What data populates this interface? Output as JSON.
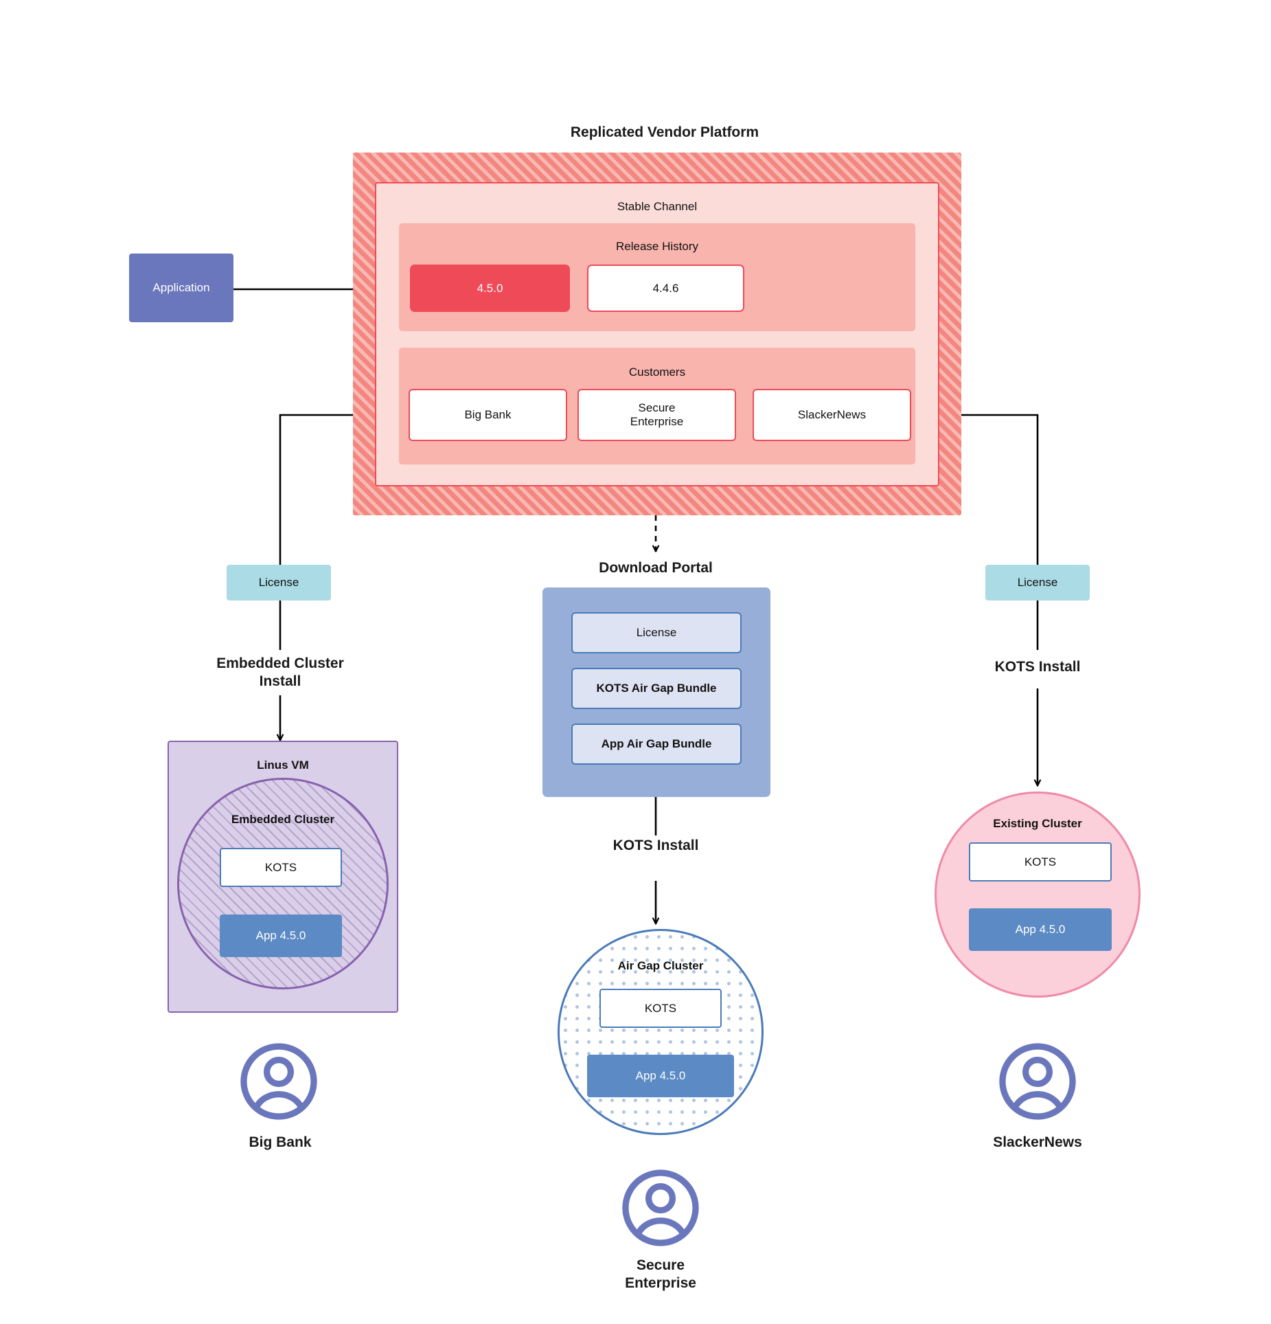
{
  "diagram": {
    "title": "Replicated Vendor Platform",
    "platform": {
      "stable_channel_label": "Stable Channel",
      "release_history": {
        "label": "Release History",
        "releases": [
          {
            "version": "4.5.0",
            "state": "current"
          },
          {
            "version": "4.4.6",
            "state": "previous"
          }
        ]
      },
      "customers": {
        "label": "Customers",
        "items": [
          {
            "name": "Big Bank"
          },
          {
            "name": "Secure\nEnterprise"
          },
          {
            "name": "SlackerNews"
          }
        ]
      }
    },
    "application": {
      "label": "Application"
    },
    "left_branch": {
      "license_label": "License",
      "install_label": "Embedded Cluster\nInstall",
      "host_label": "Linus VM",
      "cluster_label": "Embedded Cluster",
      "kots_label": "KOTS",
      "app_label": "App 4.5.0",
      "customer_name": "Big Bank"
    },
    "middle_branch": {
      "portal_title": "Download  Portal",
      "portal_items": [
        {
          "label": "License"
        },
        {
          "label": "KOTS Air Gap Bundle"
        },
        {
          "label": "App Air Gap Bundle"
        }
      ],
      "install_label": "KOTS Install",
      "cluster_label": "Air Gap Cluster",
      "kots_label": "KOTS",
      "app_label": "App 4.5.0",
      "customer_name": "Secure\nEnterprise"
    },
    "right_branch": {
      "license_label": "License",
      "install_label": "KOTS Install",
      "cluster_label": "Existing Cluster",
      "kots_label": "KOTS",
      "app_label": "App 4.5.0",
      "customer_name": "SlackerNews"
    },
    "colors": {
      "platform_hatch": "#f3877f",
      "platform_hatch_alt": "#f9b9b4",
      "stable_channel_bg": "#fbdcd8",
      "panel_bg": "#f8b4ad",
      "accent_red": "#ef4a58",
      "application_blue": "#6b77bc",
      "license_cyan": "#abdbe4",
      "vm_purple": "#dacfe8",
      "vm_purple_border": "#8762ad",
      "portal_blue": "#96aed8",
      "portal_item_bg": "#dde3f3",
      "cluster_blue_border": "#4b7ab8",
      "existing_cluster_pink": "#fbd0da",
      "existing_cluster_border": "#ef8aa8",
      "app_blue": "#5b8ac4",
      "avatar_purple": "#6b77bc",
      "wire_black": "#000000"
    }
  }
}
